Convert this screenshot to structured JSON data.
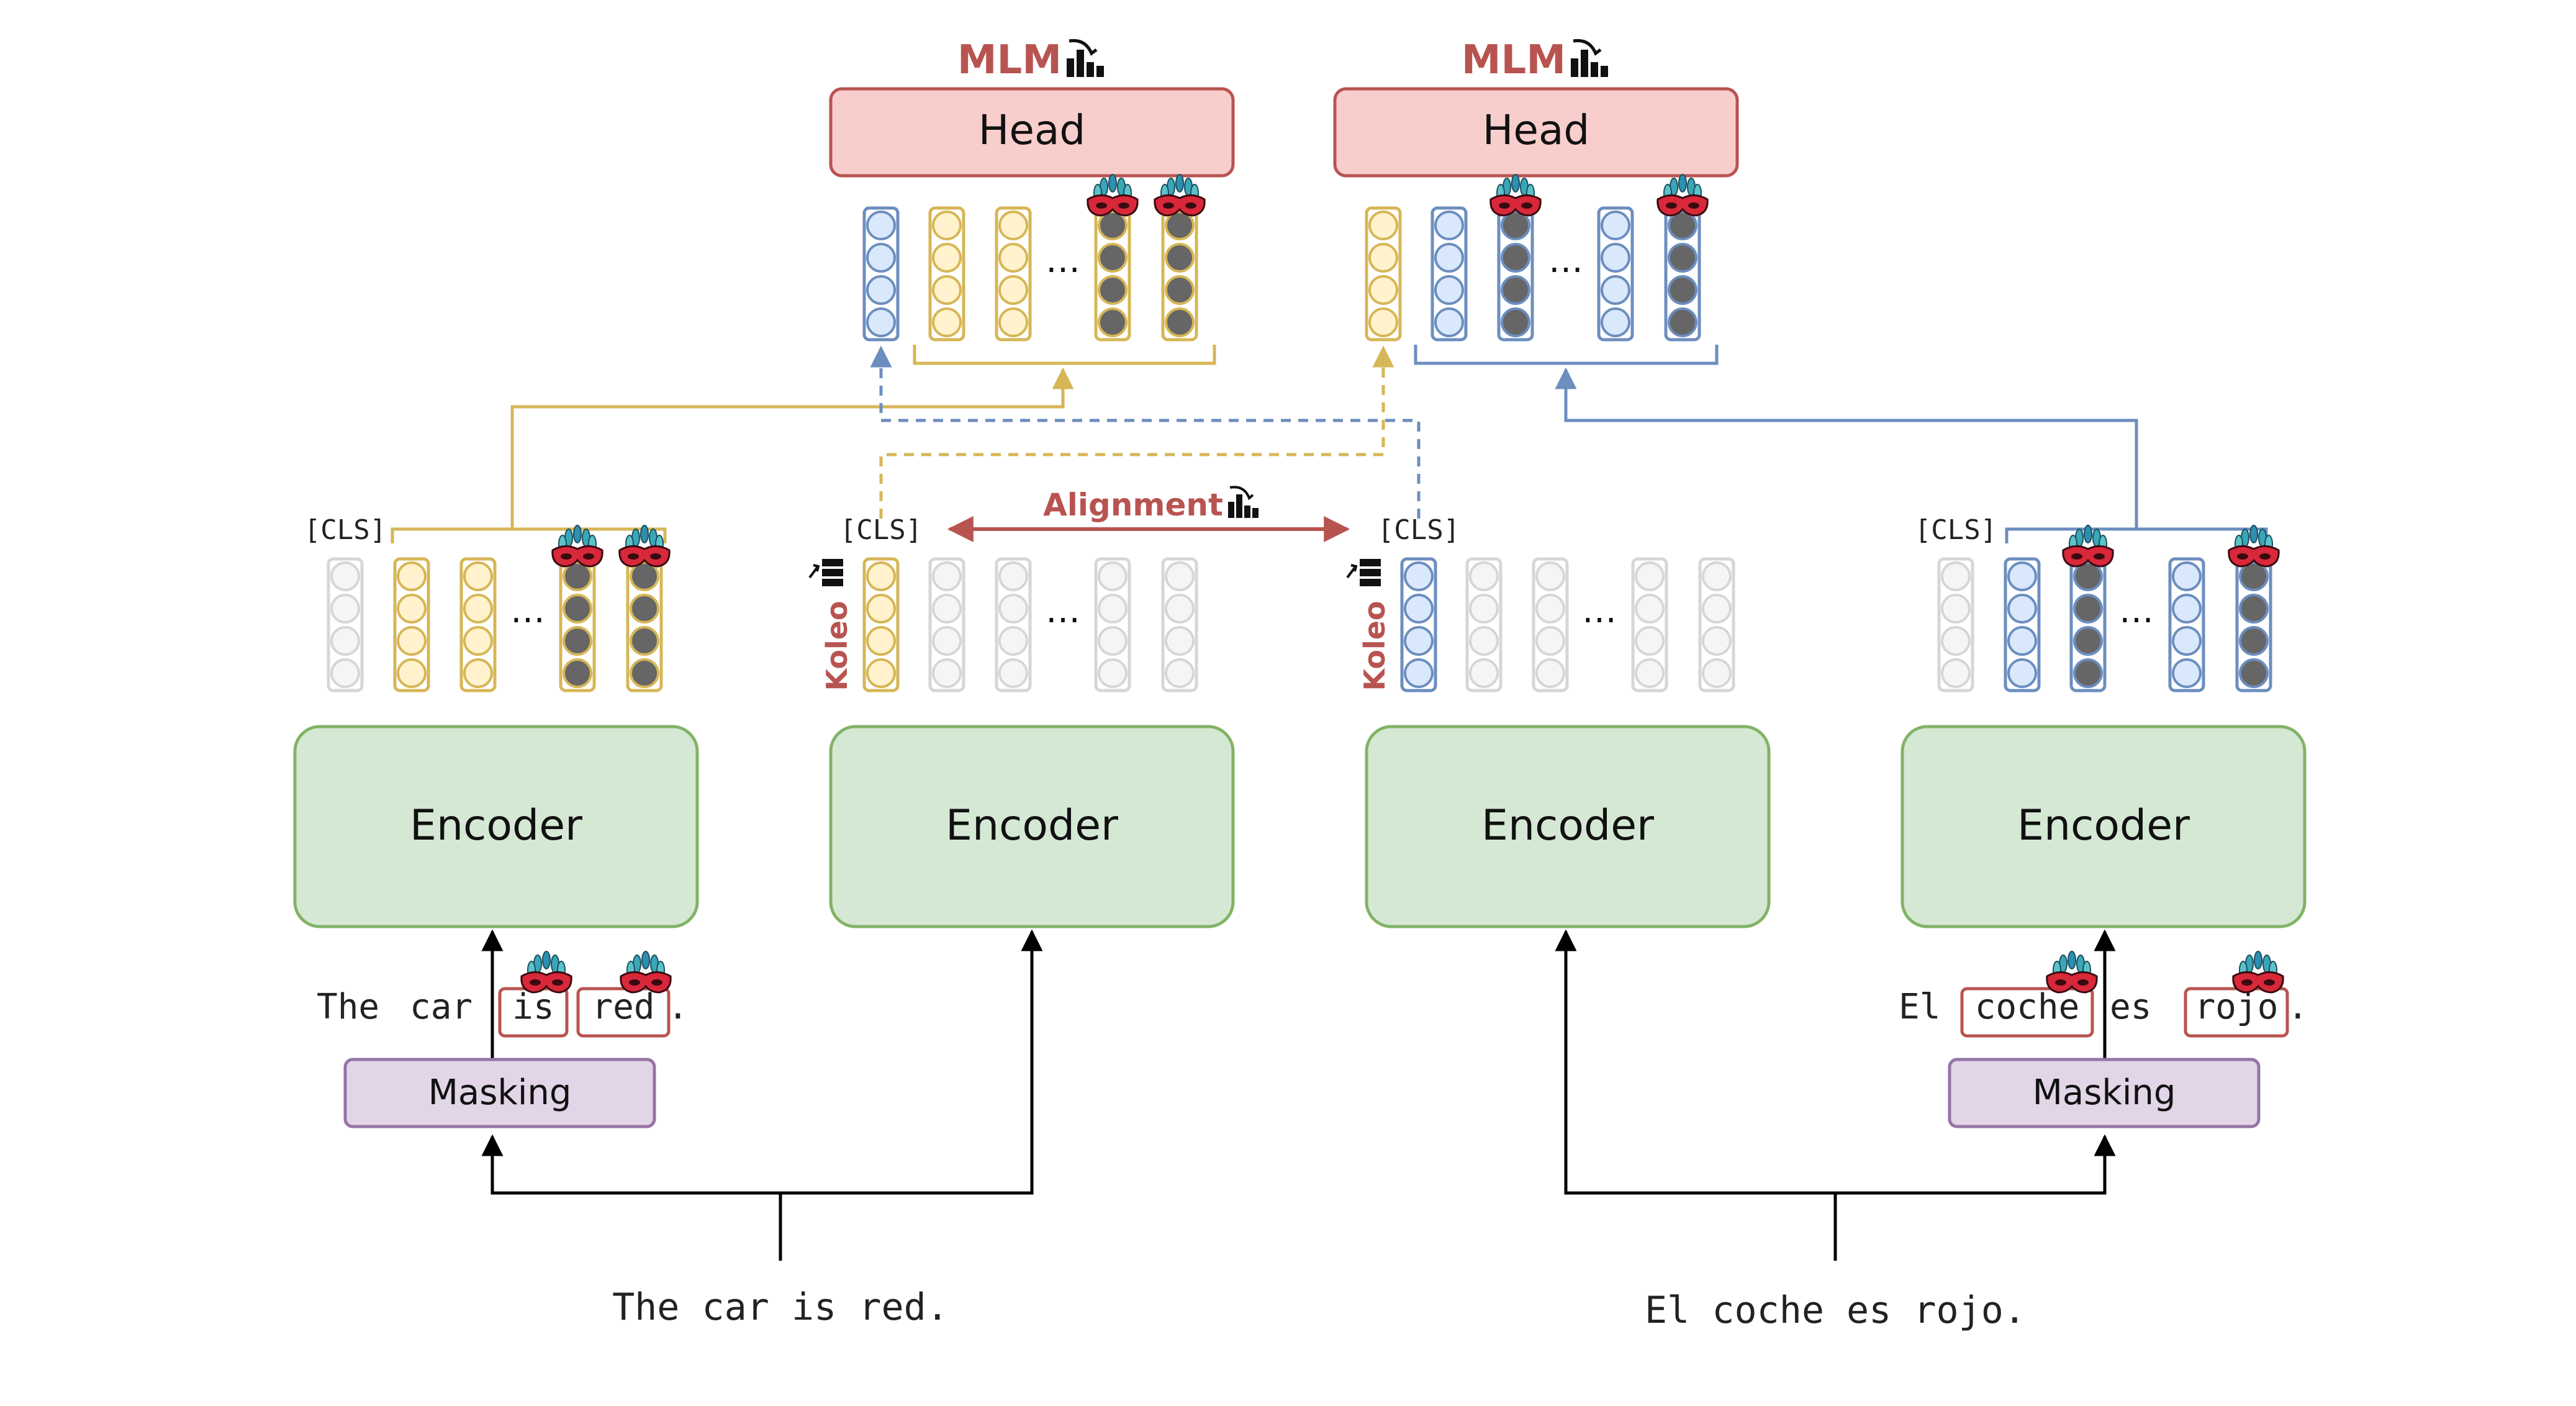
{
  "colors": {
    "yellow_fill": "#fff2cc",
    "yellow_stroke": "#d6b656",
    "blue_fill": "#dae8fc",
    "blue_stroke": "#6c8ebf",
    "grey_fill": "#f5f5f5",
    "grey_stroke": "#d6d6d6",
    "masked_fill": "#666666",
    "head_fill": "#f8cecc",
    "head_stroke": "#b85450",
    "encoder_fill": "#d5e8d4",
    "encoder_stroke": "#82b366",
    "masking_fill": "#e1d5e7",
    "masking_stroke": "#9673a6",
    "accent_red": "#b85450"
  },
  "heads": [
    {
      "mlm_label": "MLM",
      "head_label": "Head"
    },
    {
      "mlm_label": "MLM",
      "head_label": "Head"
    }
  ],
  "encoders": [
    {
      "label": "Encoder",
      "cls": "[CLS]"
    },
    {
      "label": "Encoder",
      "cls": "[CLS]"
    },
    {
      "label": "Encoder",
      "cls": "[CLS]"
    },
    {
      "label": "Encoder",
      "cls": "[CLS]"
    }
  ],
  "ellipsis": "…",
  "alignment_label": "Alignment",
  "koleo_label": "Koleo",
  "masking_label": "Masking",
  "english": {
    "sentence": "The car is red.",
    "masked_tokens": [
      "The",
      "car",
      "is",
      "red",
      "."
    ],
    "masked_indices": [
      2,
      3
    ]
  },
  "spanish": {
    "sentence": "El coche es rojo.",
    "masked_tokens": [
      "El",
      "coche",
      "es",
      "rojo",
      "."
    ],
    "masked_indices": [
      1,
      3
    ]
  },
  "icons": [
    "mask-icon",
    "loss-chart-icon",
    "stacked-bars-icon"
  ]
}
